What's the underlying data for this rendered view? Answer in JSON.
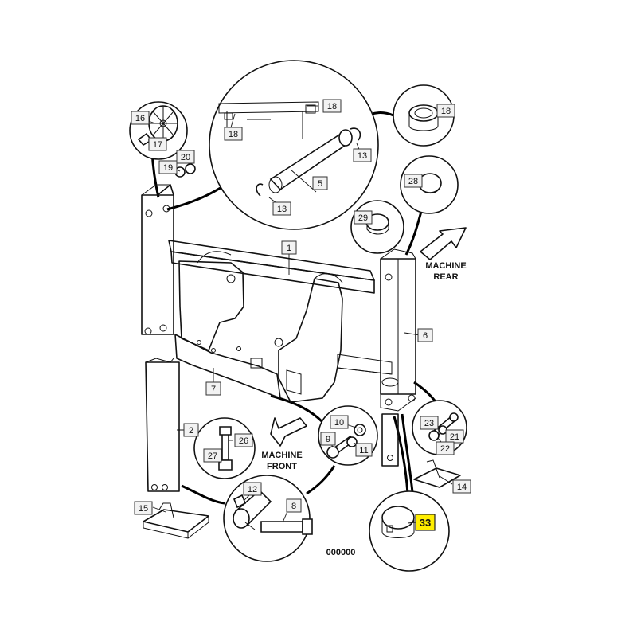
{
  "callouts": [
    {
      "id": "c1",
      "text": "1"
    },
    {
      "id": "c2",
      "text": "2"
    },
    {
      "id": "c5",
      "text": "5"
    },
    {
      "id": "c6",
      "text": "6"
    },
    {
      "id": "c7",
      "text": "7"
    },
    {
      "id": "c8",
      "text": "8"
    },
    {
      "id": "c9",
      "text": "9"
    },
    {
      "id": "c10",
      "text": "10"
    },
    {
      "id": "c11",
      "text": "11"
    },
    {
      "id": "c12",
      "text": "12"
    },
    {
      "id": "c13a",
      "text": "13"
    },
    {
      "id": "c13b",
      "text": "13"
    },
    {
      "id": "c14",
      "text": "14"
    },
    {
      "id": "c15",
      "text": "15"
    },
    {
      "id": "c16",
      "text": "16"
    },
    {
      "id": "c17",
      "text": "17"
    },
    {
      "id": "c18a",
      "text": "18"
    },
    {
      "id": "c18b",
      "text": "18"
    },
    {
      "id": "c18c",
      "text": "18"
    },
    {
      "id": "c19",
      "text": "19"
    },
    {
      "id": "c20",
      "text": "20"
    },
    {
      "id": "c21",
      "text": "21"
    },
    {
      "id": "c22",
      "text": "22"
    },
    {
      "id": "c23",
      "text": "23"
    },
    {
      "id": "c26",
      "text": "26"
    },
    {
      "id": "c27",
      "text": "27"
    },
    {
      "id": "c28",
      "text": "28"
    },
    {
      "id": "c29",
      "text": "29"
    },
    {
      "id": "c33",
      "text": "33"
    }
  ],
  "captions": {
    "machine_rear_1": "MACHINE",
    "machine_rear_2": "REAR",
    "machine_front_1": "MACHINE",
    "machine_front_2": "FRONT",
    "drawing_number": "000000"
  },
  "highlight": {
    "callout": "33",
    "color": "#ffee00"
  }
}
